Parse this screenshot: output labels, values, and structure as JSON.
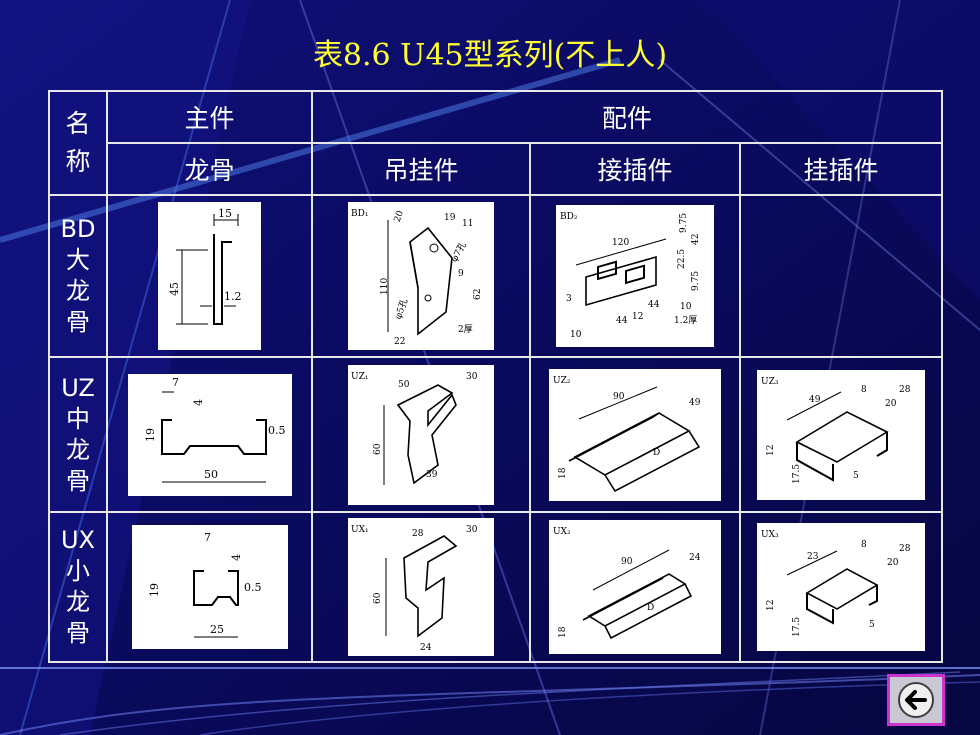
{
  "slide": {
    "title": "表8.6  U45型系列(不上人)",
    "colors": {
      "background": "#0a0a5e",
      "title": "#ffff33",
      "grid": "#e8e8e8",
      "nav_border": "#cc33cc"
    }
  },
  "table": {
    "name_header": "名称",
    "name_header_chars": [
      "名",
      "称"
    ],
    "group_main": "主件",
    "group_accessory": "配件",
    "columns": [
      "龙骨",
      "吊挂件",
      "接插件",
      "挂插件"
    ],
    "rows": [
      {
        "code": "BD",
        "chars": [
          "大",
          "龙",
          "骨"
        ]
      },
      {
        "code": "UZ",
        "chars": [
          "中",
          "龙",
          "骨"
        ]
      },
      {
        "code": "UX",
        "chars": [
          "小",
          "龙",
          "骨"
        ]
      }
    ]
  },
  "drawings": {
    "bd_keel": {
      "dims": [
        "15",
        "45",
        "1.2"
      ]
    },
    "bd_hanger": {
      "tag": "BD₁",
      "dims": [
        "20",
        "19",
        "11",
        "φ7孔",
        "9",
        "110",
        "φ5孔",
        "62",
        "22",
        "2厚"
      ]
    },
    "bd_connector": {
      "tag": "BD₂",
      "dims": [
        "120",
        "9.75",
        "42",
        "22.5",
        "9.75",
        "44",
        "12",
        "44",
        "10",
        "10",
        "1.2厚",
        "3"
      ]
    },
    "uz_keel": {
      "dims": [
        "7",
        "4",
        "19",
        "0.5",
        "50"
      ]
    },
    "uz_hanger": {
      "tag": "UZ₁",
      "dims": [
        "50",
        "30",
        "60",
        "39"
      ]
    },
    "uz_connector": {
      "tag": "UZ₂",
      "dims": [
        "90",
        "49",
        "18",
        "D"
      ]
    },
    "uz_clip": {
      "tag": "UZ₃",
      "dims": [
        "49",
        "8",
        "28",
        "20",
        "12",
        "17.5",
        "5"
      ]
    },
    "ux_keel": {
      "dims": [
        "7",
        "4",
        "19",
        "0.5",
        "25"
      ]
    },
    "ux_hanger": {
      "tag": "UX₁",
      "dims": [
        "28",
        "30",
        "60",
        "24"
      ]
    },
    "ux_connector": {
      "tag": "UX₂",
      "dims": [
        "90",
        "24",
        "18",
        "D"
      ]
    },
    "ux_clip": {
      "tag": "UX₃",
      "dims": [
        "23",
        "8",
        "28",
        "20",
        "12",
        "17.5",
        "5"
      ]
    }
  },
  "nav": {
    "back_icon": "back-arrow-icon"
  }
}
